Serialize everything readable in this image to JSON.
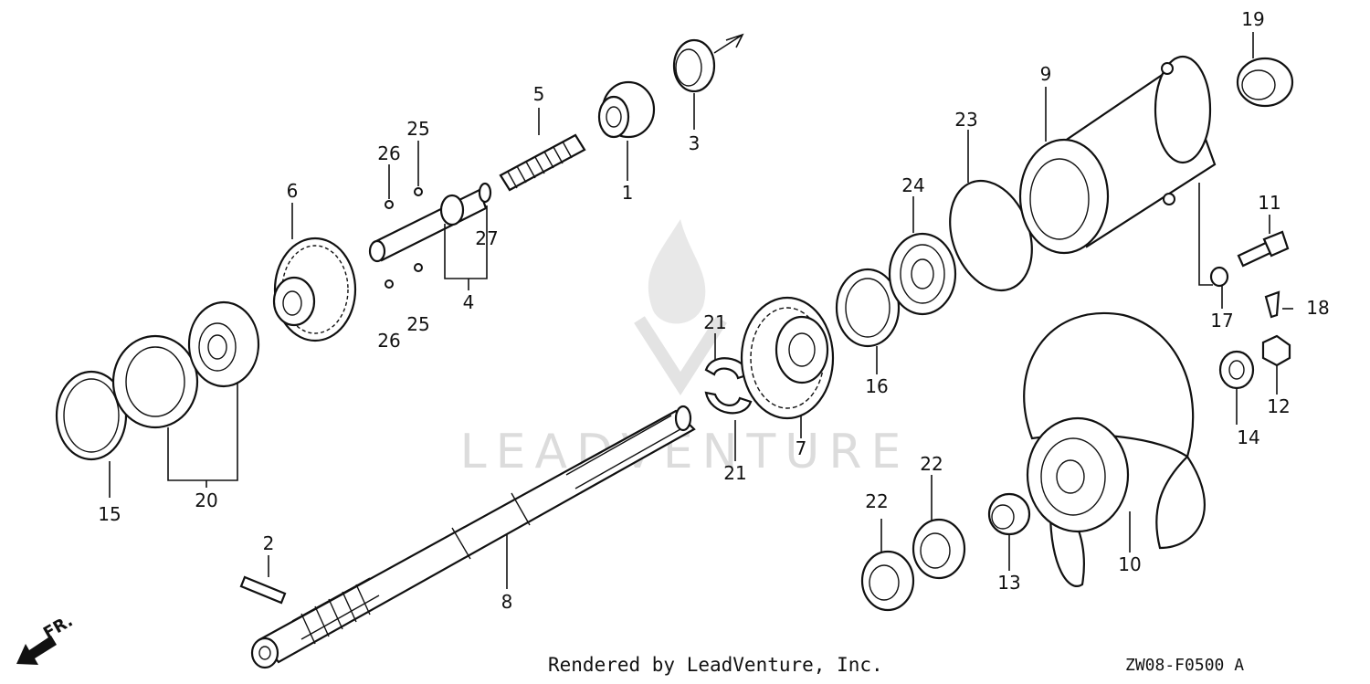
{
  "watermark": {
    "text": "LEADVENTURE"
  },
  "footer": {
    "credit": "Rendered by LeadVenture, Inc.",
    "code": "ZW08-F0500 A"
  },
  "front_marker": {
    "label": "FR."
  },
  "callouts": [
    "1",
    "2",
    "3",
    "4",
    "5",
    "6",
    "7",
    "8",
    "9",
    "10",
    "11",
    "12",
    "13",
    "14",
    "15",
    "16",
    "17",
    "18",
    "19",
    "20",
    "21",
    "21",
    "22",
    "22",
    "23",
    "24",
    "25",
    "25",
    "26",
    "26",
    "27"
  ]
}
